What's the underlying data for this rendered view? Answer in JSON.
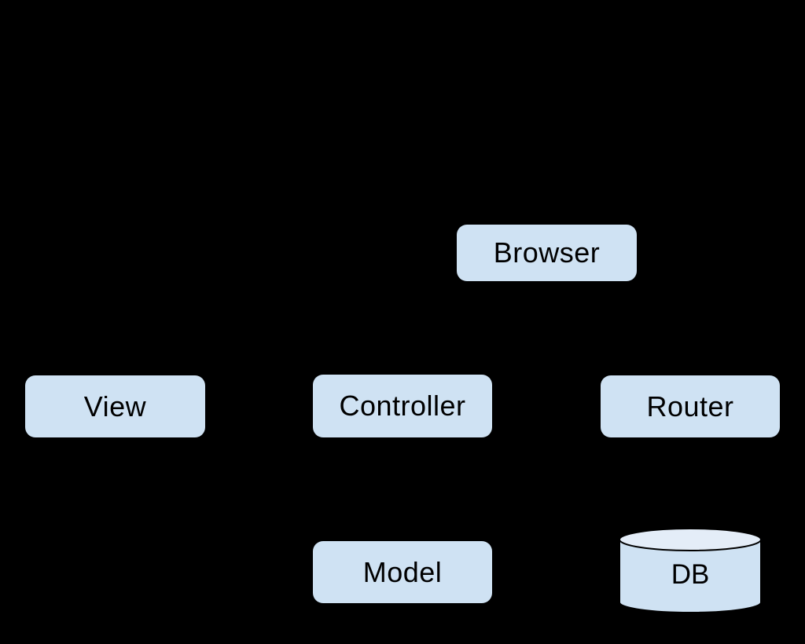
{
  "diagram": {
    "colors": {
      "background": "#000000",
      "node_fill": "#cfe2f3",
      "cylinder_top_fill": "#e4edf8",
      "outline": "#000000",
      "text": "#000000"
    },
    "nodes": {
      "browser": {
        "label": "Browser",
        "shape": "rounded-rectangle"
      },
      "view": {
        "label": "View",
        "shape": "rounded-rectangle"
      },
      "controller": {
        "label": "Controller",
        "shape": "rounded-rectangle"
      },
      "router": {
        "label": "Router",
        "shape": "rounded-rectangle"
      },
      "model": {
        "label": "Model",
        "shape": "rounded-rectangle"
      },
      "db": {
        "label": "DB",
        "shape": "cylinder"
      }
    }
  }
}
